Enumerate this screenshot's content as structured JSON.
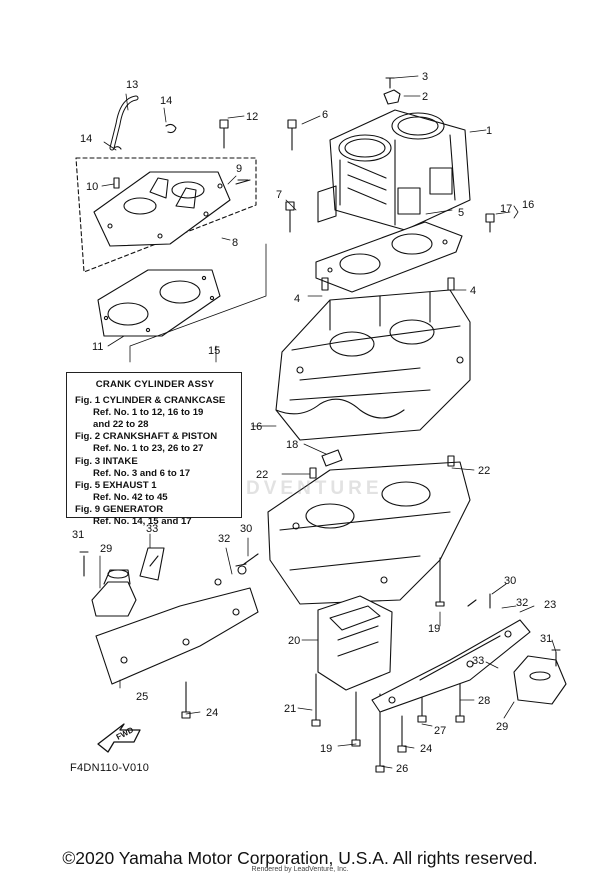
{
  "diagram": {
    "callouts": [
      "1",
      "2",
      "3",
      "4",
      "4",
      "5",
      "6",
      "7",
      "8",
      "9",
      "10",
      "11",
      "12",
      "13",
      "14",
      "14",
      "15",
      "16",
      "16",
      "17",
      "18",
      "19",
      "19",
      "20",
      "21",
      "22",
      "22",
      "23",
      "24",
      "24",
      "25",
      "26",
      "27",
      "28",
      "29",
      "29",
      "30",
      "30",
      "31",
      "31",
      "32",
      "32",
      "33",
      "33"
    ]
  },
  "info_box": {
    "title": "CRANK  CYLINDER ASSY",
    "lines": [
      "Fig. 1 CYLINDER & CRANKCASE",
      "Ref. No. 1 to 12, 16 to 19",
      "and 22 to 28",
      "Fig. 2 CRANKSHAFT & PISTON",
      "Ref. No. 1 to 23, 26 to 27",
      "Fig. 3 INTAKE",
      "Ref. No. 3 and 6 to 17",
      "Fig. 5 EXHAUST 1",
      "Ref. No. 42 to 45",
      "Fig. 9 GENERATOR",
      "Ref. No. 14, 15 and 17"
    ]
  },
  "fwd_label": "FWD",
  "reference_code": "F4DN110-V010",
  "copyright": "©2020 Yamaha Motor Corporation, U.S.A. All rights reserved.",
  "rendered_by": "Rendered by LeadVenture, Inc.",
  "watermark": "LEADVENTURE"
}
